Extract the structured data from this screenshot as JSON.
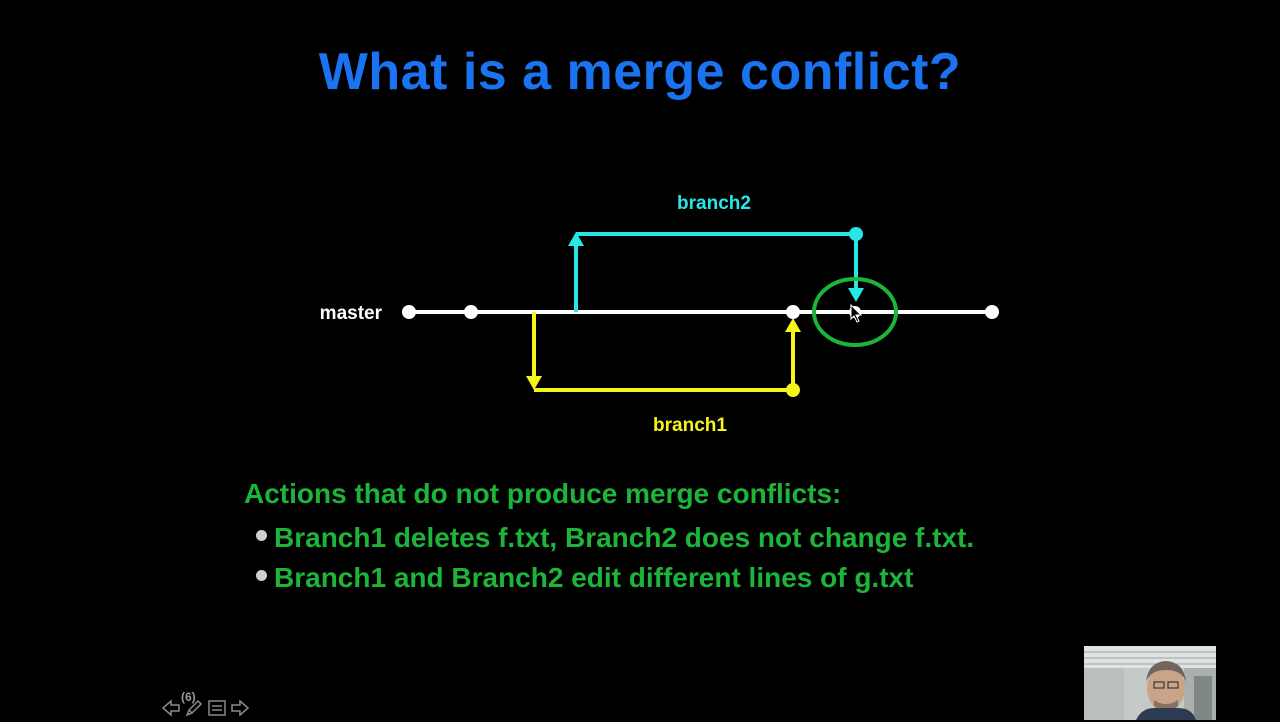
{
  "slide": {
    "title": "What is a merge conflict?",
    "page_number": "(6)"
  },
  "diagram": {
    "labels": {
      "master": "master",
      "branch1": "branch1",
      "branch2": "branch2"
    },
    "colors": {
      "master": "#ffffff",
      "branch1": "#f5f51a",
      "branch2": "#28e6e6",
      "conflict_circle": "#1db43a"
    }
  },
  "content": {
    "heading": "Actions that do not produce merge conflicts:",
    "bullets": [
      "Branch1 deletes f.txt, Branch2 does not change f.txt.",
      "Branch1 and Branch2 edit different lines of g.txt"
    ]
  },
  "controls": {
    "icons": [
      "prev-arrow-icon",
      "pen-icon",
      "menu-icon",
      "next-arrow-icon"
    ]
  },
  "colors": {
    "background": "#000000",
    "title": "#1a73f0",
    "body_text": "#1db43a"
  }
}
